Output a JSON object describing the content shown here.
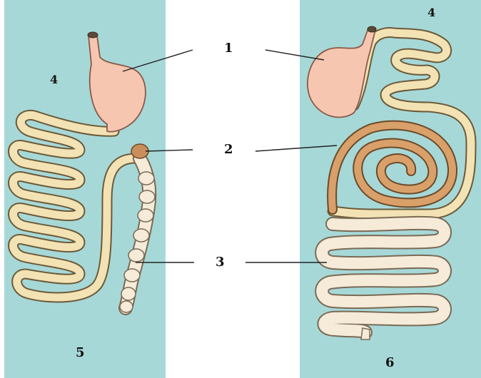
{
  "colors": {
    "panel": "#a7d8d8",
    "stomach": "#f6c6b0",
    "stomach_stroke": "#8a5a48",
    "intestine": "#f3e2b3",
    "intestine_stroke": "#6b5a3a",
    "caecum": "#c98f5a",
    "spiral": "#d9a06a",
    "colon": "#f6ead8",
    "line": "#222222",
    "text": "#111111"
  },
  "labels": {
    "stomach_number": "1",
    "caecum_number": "2",
    "colon_number": "3",
    "small_intestine_number": "4",
    "left_small_intestine_number": "4",
    "right_small_intestine_number": "4",
    "left_panel_number": "5",
    "right_panel_number": "6"
  }
}
